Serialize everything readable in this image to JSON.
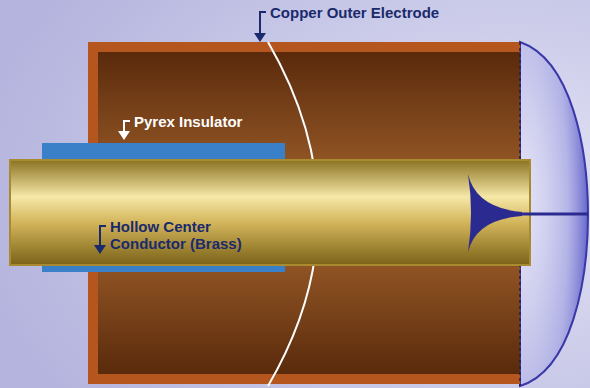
{
  "diagram": {
    "labels": [
      "Copper Outer Electrode",
      "Pyrex Insulator",
      "Hollow Center Conductor (Brass)"
    ]
  }
}
